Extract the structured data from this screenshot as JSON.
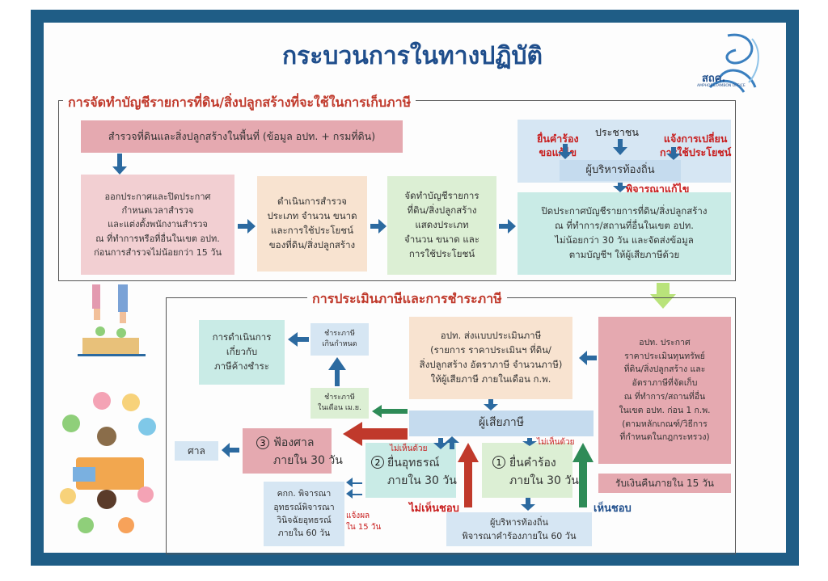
{
  "page_title": "กระบวนการในทางปฏิบัติ",
  "logo": {
    "text": "สถค.",
    "subtext": "AMPHOE&TAMBON OFFICE"
  },
  "section1": {
    "title": "การจัดทำบัญชีรายการที่ดิน/สิ่งปลูกสร้างที่จะใช้ในการเก็บภาษี",
    "survey": "สำรวจที่ดินและสิ่งปลูกสร้างในพื้นที่ (ข้อมูล อปท. + กรมที่ดิน)",
    "announce": "ออกประกาศและปิดประกาศ\nกำหนดเวลาสำรวจ\nและแต่งตั้งพนักงานสำรวจ\nณ ที่ทำการหรือที่อื่นในเขต อปท.\nก่อนการสำรวจไม่น้อยกว่า 15 วัน",
    "conduct": "ดำเนินการสำรวจ\nประเภท จำนวน ขนาด\nและการใช้ประโยชน์\nของที่ดิน/สิ่งปลูกสร้าง",
    "make_list": "จัดทำบัญชีรายการ\nที่ดิน/สิ่งปลูกสร้าง\nแสดงประเภท\nจำนวน ขนาด และ\nการใช้ประโยชน์",
    "people": "ประชาชน",
    "request_fix": "ยื่นคำร้อง\nขอแก้ไข",
    "notify_change": "แจ้งการเปลี่ยน\nการใช้ประโยชน์",
    "local_admin": "ผู้บริหารท้องถิ่น",
    "consider_fix": "พิจารณาแก้ไข",
    "post_list": "ปิดประกาศบัญชีรายการที่ดิน/สิ่งปลูกสร้าง\nณ ที่ทำการ/สถานที่อื่นในเขต อปท.\nไม่น้อยกว่า 30 วัน และจัดส่งข้อมูล\nตามบัญชีฯ ให้ผู้เสียภาษีด้วย"
  },
  "section2": {
    "title": "การประเมินภาษีและการชำระภาษี",
    "assessment": "อปท. ส่งแบบประเมินภาษี\n(รายการ ราคาประเมินฯ ที่ดิน/\nสิ่งปลูกสร้าง อัตราภาษี จำนวนภาษี)\nให้ผู้เสียภาษี ภายในเดือน ก.พ.",
    "announce_price": "อปท. ประกาศ\nราคาประเมินทุนทรัพย์\nที่ดิน/สิ่งปลูกสร้าง และ\nอัตราภาษีที่จัดเก็บ\nณ ที่ทำการ/สถานที่อื่น\nในเขต อปท. ก่อน 1 ก.พ.\n(ตามหลักเกณฑ์/วิธีการ\nที่กำหนดในกฎกระทรวง)",
    "refund": "รับเงินคืนภายใน 15 วัน",
    "taxpayer": "ผู้เสียภาษี",
    "pay_april": "ชำระภาษี\nในเดือน เม.ย.",
    "pay_late": "ชำระภาษี\nเกินกำหนด",
    "arrears": "การดำเนินการ\nเกี่ยวกับ\nภาษีค้างชำระ",
    "appeal_court_num": "3",
    "appeal_court": "ฟ้องศาล\nภายใน 30 วัน",
    "court": "ศาล",
    "appeal_num": "2",
    "appeal": "ยื่นอุทธรณ์\nภายใน 30 วัน",
    "petition_num": "1",
    "petition": "ยื่นคำร้อง\nภายใน 30 วัน",
    "committee": "คกก. พิจารณา\nอุทธรณ์พิจารณา\nวินิจฉัยอุทธรณ์\nภายใน 60 วัน",
    "notify_result": "แจ้งผล\nใน 15 วัน",
    "admin_consider": "ผู้บริหารท้องถิ่น\nพิจารณาคำร้องภายใน 60 วัน",
    "disagree1": "ไม่เห็นด้วย",
    "disagree2": "ไม่เห็นด้วย",
    "not_agree": "ไม่เห็นชอบ",
    "agree": "เห็นชอบ"
  },
  "colors": {
    "frame": "#1f5d86",
    "title": "#1f4e8c",
    "section_title": "#c0392b",
    "accent_red": "#c81e1e",
    "arrow_blue": "#2c6aa0",
    "arrow_green": "#2e8b57"
  }
}
